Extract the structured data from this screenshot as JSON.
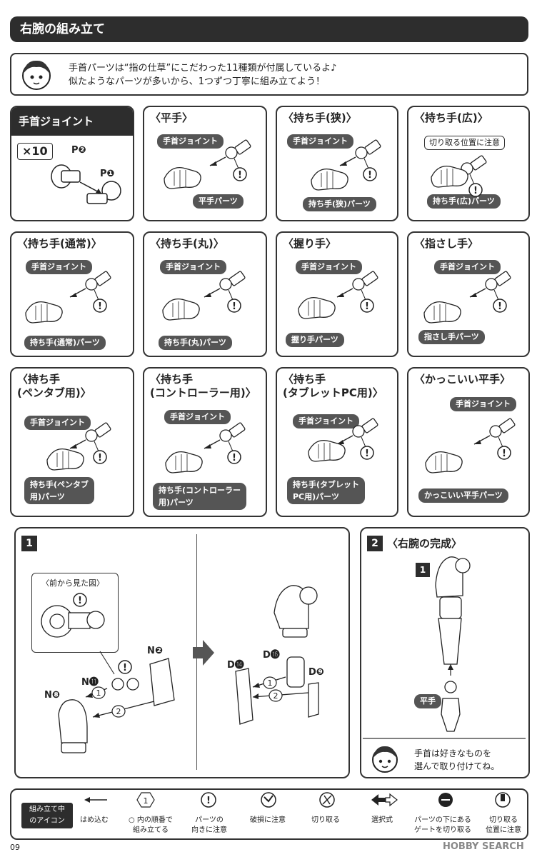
{
  "header": {
    "title": "右腕の組み立て"
  },
  "intro": {
    "line1": "手首パーツは“指の仕草”にこだわった11種類が付属しているよ♪",
    "line2": "似たようなパーツが多いから、1つずつ丁寧に組み立てよう！"
  },
  "joint": {
    "title": "手首ジョイント",
    "count": "×10",
    "p2": "P",
    "p1": "P"
  },
  "common": {
    "wrist_joint": "手首ジョイント"
  },
  "panels": [
    {
      "title": "〈平手〉",
      "part": "平手パーツ"
    },
    {
      "title": "〈持ち手(狭)〉",
      "part": "持ち手(狭)パーツ"
    },
    {
      "title": "〈持ち手(広)〉",
      "part": "持ち手(広)パーツ",
      "note": "切り取る位置に注意"
    },
    {
      "title": "〈持ち手(通常)〉",
      "part": "持ち手(通常)パーツ"
    },
    {
      "title": "〈持ち手(丸)〉",
      "part": "持ち手(丸)パーツ"
    },
    {
      "title": "〈握り手〉",
      "part": "握り手パーツ"
    },
    {
      "title": "〈指さし手〉",
      "part": "指さし手パーツ"
    },
    {
      "title1": "〈持ち手",
      "title2": "(ペンタブ用)〉",
      "part1": "持ち手(ペンタブ",
      "part2": "用)パーツ"
    },
    {
      "title1": "〈持ち手",
      "title2": "(コントローラー用)〉",
      "part1": "持ち手(コントローラー",
      "part2": "用)パーツ"
    },
    {
      "title1": "〈持ち手",
      "title2": "(タブレットPC用)〉",
      "part1": "持ち手(タブレット",
      "part2": "PC用)パーツ"
    },
    {
      "title": "〈かっこいい平手〉",
      "part": "かっこいい平手パーツ"
    }
  ],
  "step1": {
    "num": "1",
    "front_view": "〈前から見た図〉",
    "labels": {
      "n2": "N",
      "n11": "N",
      "n8": "N",
      "d16": "D",
      "d14": "D",
      "d9": "D"
    },
    "circle_nums": [
      "2",
      "11",
      "8",
      "16",
      "14",
      "9"
    ],
    "order1": "1",
    "order2": "2"
  },
  "step2": {
    "num": "2",
    "title": "〈右腕の完成〉",
    "badge": "1",
    "hand_label": "平手",
    "tip1": "手首は好きなものを",
    "tip2": "選んで取り付けてね。"
  },
  "legend": {
    "title1": "組み立て中",
    "title2": "のアイコン",
    "items": [
      {
        "l1": "はめ込む",
        "l2": ""
      },
      {
        "l1": "○ 内の順番で",
        "l2": "組み立てる"
      },
      {
        "l1": "パーツの",
        "l2": "向きに注意"
      },
      {
        "l1": "破損に注意",
        "l2": ""
      },
      {
        "l1": "切り取る",
        "l2": ""
      },
      {
        "l1": "選択式",
        "l2": ""
      },
      {
        "l1": "パーツの下にある",
        "l2": "ゲートを切り取る"
      },
      {
        "l1": "切り取る",
        "l2": "位置に注意"
      }
    ],
    "order_symbol": "1"
  },
  "footer": {
    "page": "09",
    "watermark": "HOBBY SEARCH"
  },
  "colors": {
    "dark": "#2d2d2d",
    "pill": "#555555"
  }
}
